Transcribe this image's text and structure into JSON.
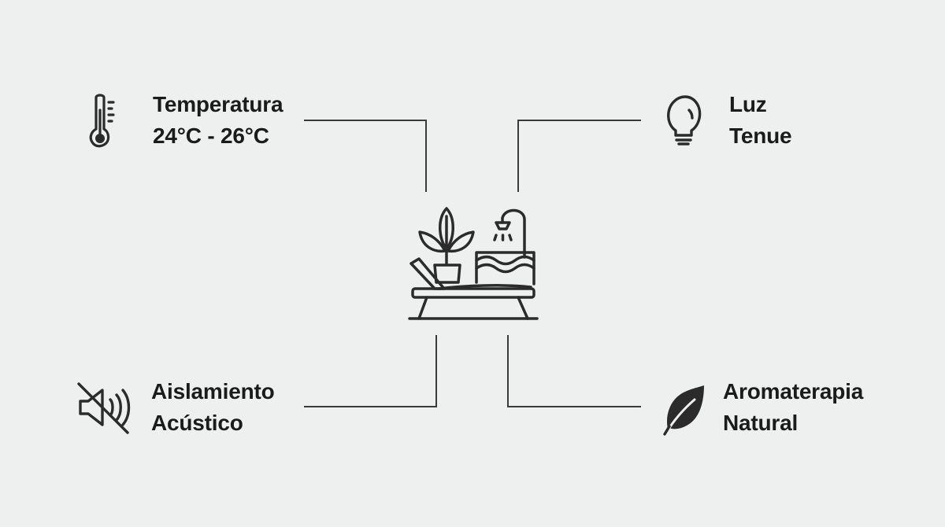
{
  "features": {
    "temperature": {
      "icon": "thermometer-icon",
      "line1": "Temperatura",
      "line2": "24°C - 26°C"
    },
    "light": {
      "icon": "lightbulb-icon",
      "line1": "Luz",
      "line2": "Tenue"
    },
    "sound": {
      "icon": "sound-muted-icon",
      "line1": "Aislamiento",
      "line2": "Acústico"
    },
    "aroma": {
      "icon": "leaf-icon",
      "line1": "Aromaterapia",
      "line2": "Natural"
    }
  },
  "center": {
    "icon": "spa-lounge-icon"
  },
  "colors": {
    "background": "#eef0f0",
    "ink": "#2b2b2b",
    "line": "#3a3a3a"
  }
}
